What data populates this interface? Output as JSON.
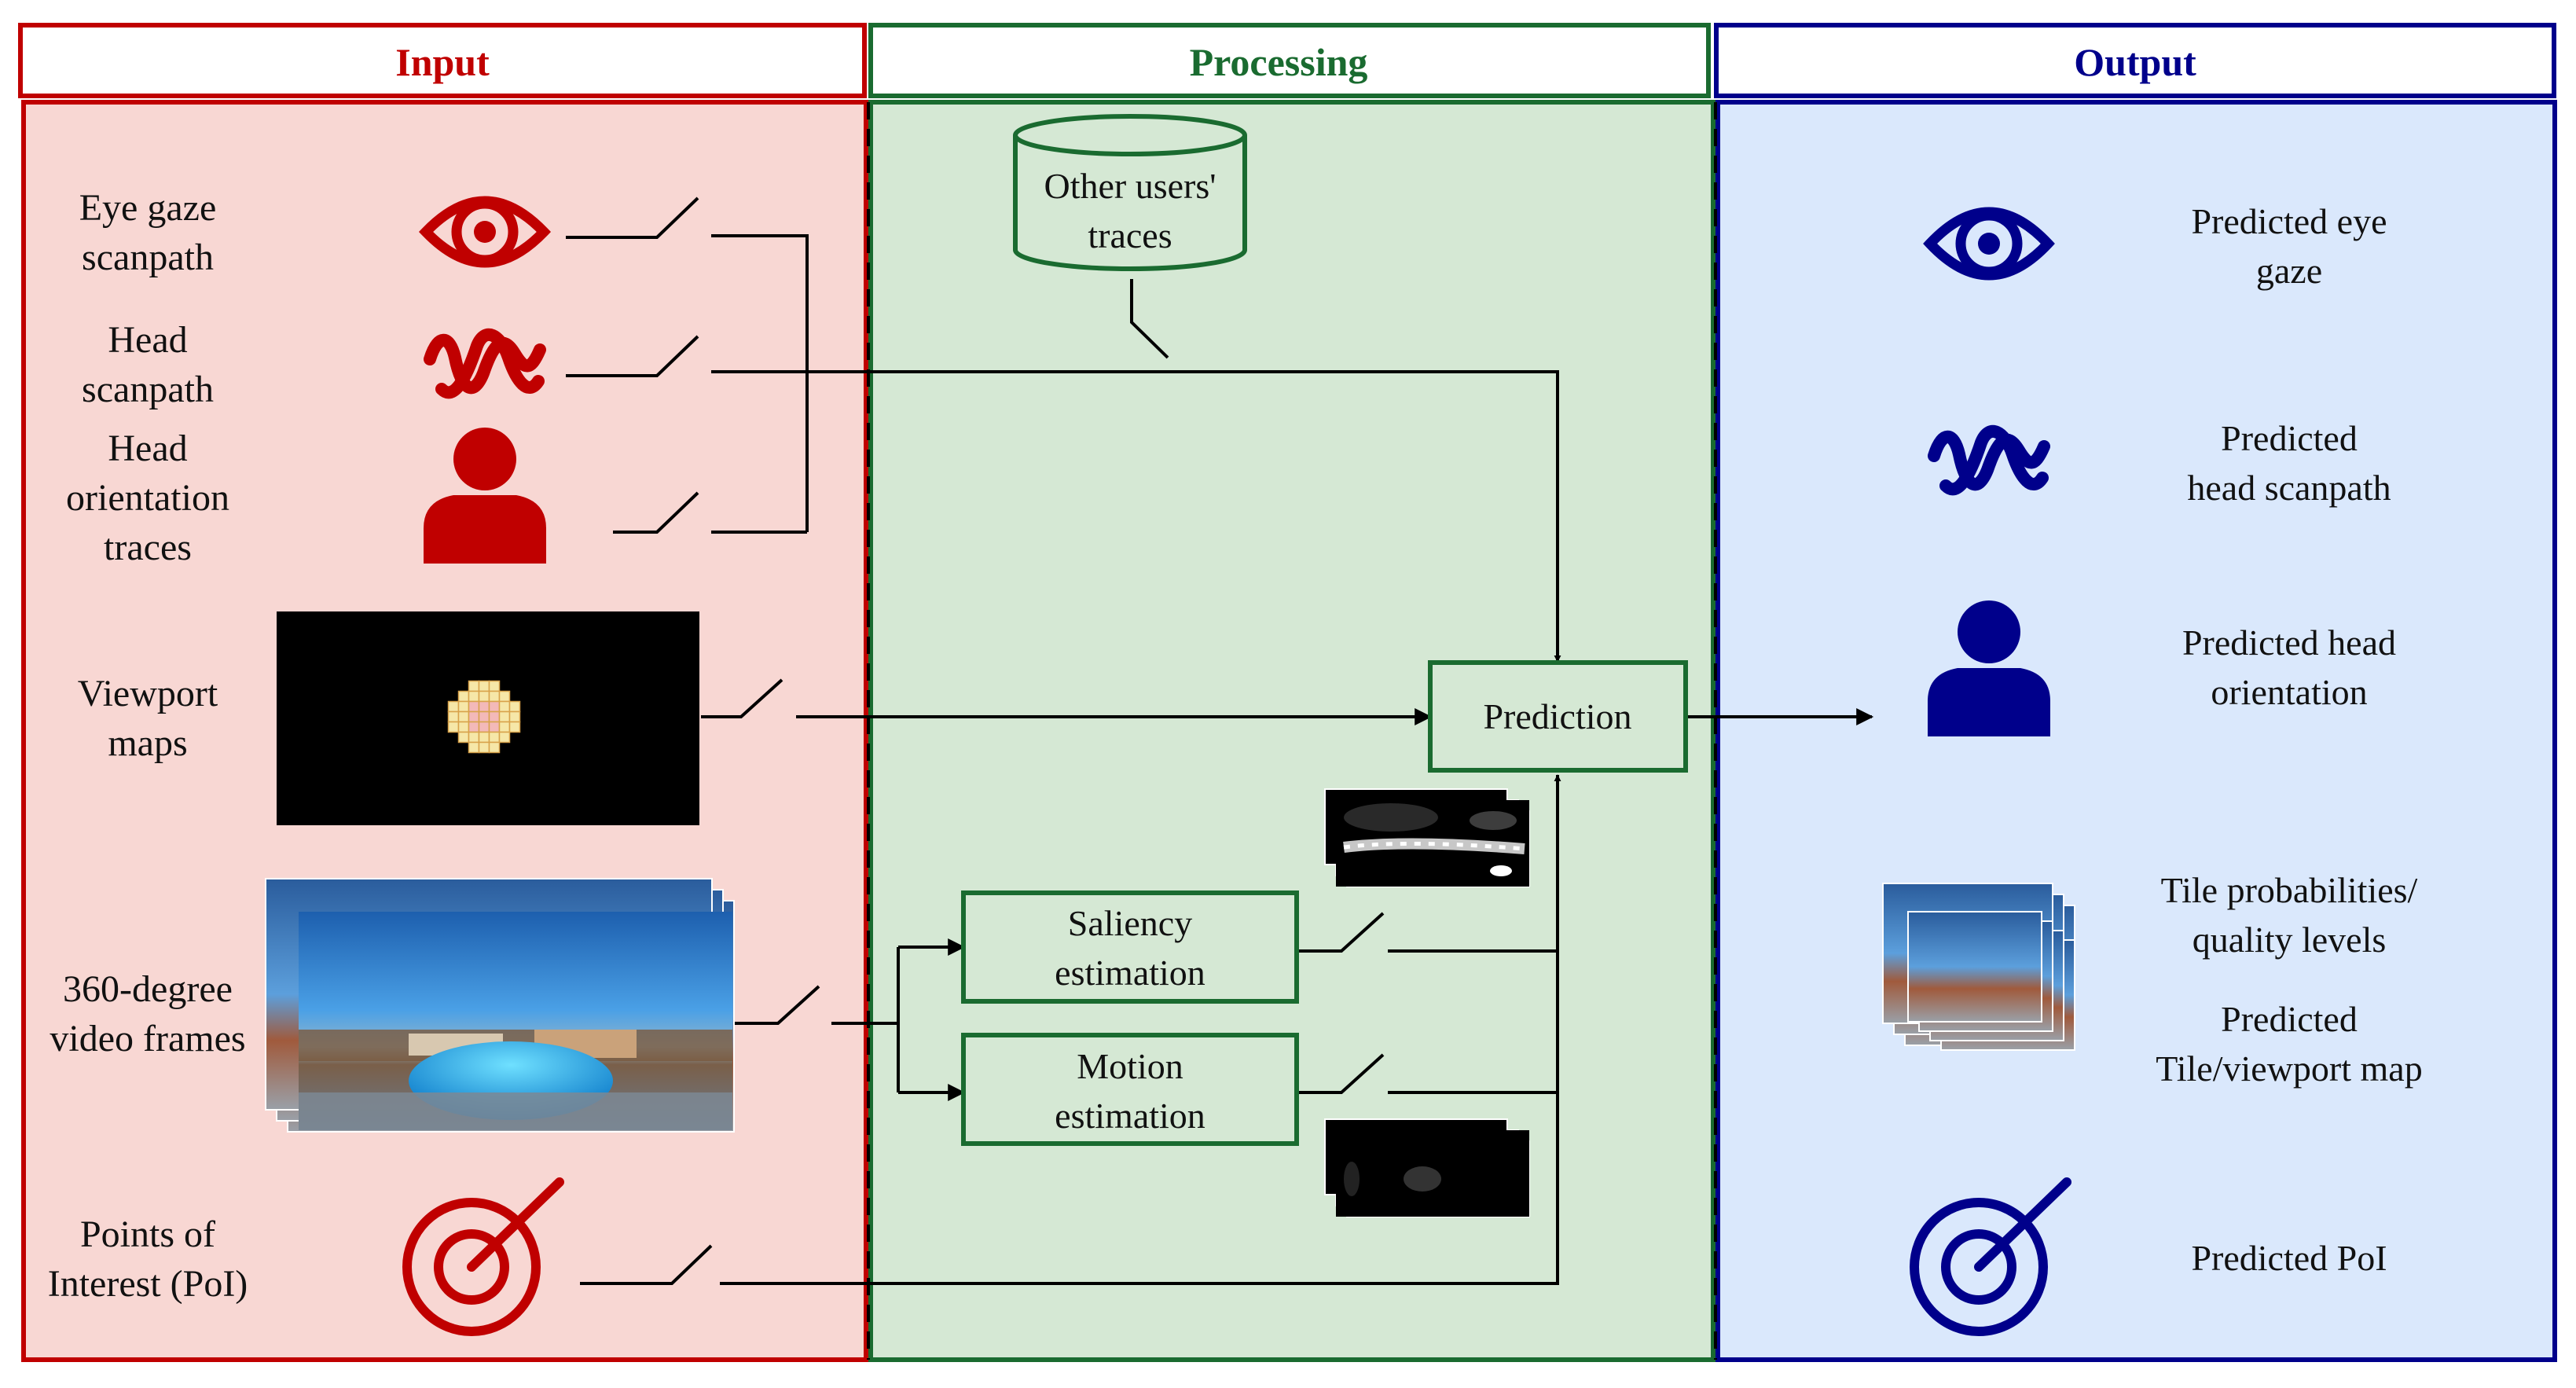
{
  "colors": {
    "input": "#c00000",
    "input_bg": "#f8d7d3",
    "processing": "#1a6b30",
    "processing_bg": "#d5e8d4",
    "output": "#00008b",
    "output_bg": "#dae8fc"
  },
  "columns": {
    "input": {
      "title": "Input"
    },
    "processing": {
      "title": "Processing"
    },
    "output": {
      "title": "Output"
    }
  },
  "inputs": {
    "eye_gaze": {
      "line1": "Eye gaze",
      "line2": "scanpath",
      "icon": "eye-icon"
    },
    "head_scanpath": {
      "line1": "Head",
      "line2": "scanpath",
      "icon": "wave-icon"
    },
    "head_orientation": {
      "line1": "Head",
      "line2": "orientation",
      "line3": "traces",
      "icon": "person-icon"
    },
    "viewport_maps": {
      "line1": "Viewport",
      "line2": "maps",
      "icon": "viewport-map-image"
    },
    "video_frames": {
      "line1": "360-degree",
      "line2": "video frames",
      "icon": "video-frames-image"
    },
    "poi": {
      "line1": "Points of",
      "line2": "Interest (PoI)",
      "icon": "target-icon"
    }
  },
  "processing": {
    "database": {
      "line1": "Other users'",
      "line2": "traces",
      "icon": "database-cylinder"
    },
    "prediction": {
      "label": "Prediction"
    },
    "saliency": {
      "line1": "Saliency",
      "line2": "estimation"
    },
    "motion": {
      "line1": "Motion",
      "line2": "estimation"
    }
  },
  "outputs": {
    "eye_gaze": {
      "line1": "Predicted eye",
      "line2": "gaze",
      "icon": "eye-icon"
    },
    "head_scanpath": {
      "line1": "Predicted",
      "line2": "head scanpath",
      "icon": "wave-icon"
    },
    "head_orientation": {
      "line1": "Predicted head",
      "line2": "orientation",
      "icon": "person-icon"
    },
    "tiles": {
      "line1": "Tile probabilities/",
      "line2": "quality levels",
      "line3": "Predicted",
      "line4": "Tile/viewport map",
      "icon": "tile-stack-image"
    },
    "poi": {
      "line1": "Predicted PoI",
      "icon": "target-icon"
    }
  }
}
